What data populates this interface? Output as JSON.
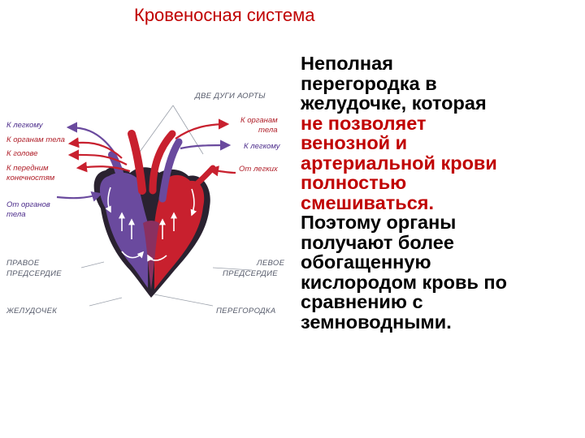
{
  "title": "Кровеносная система",
  "diagram_labels": {
    "two_aortic_arches": "ДВЕ ДУГИ АОРТЫ",
    "to_lung_left": "К легкому",
    "to_body_organs_left": "К органам тела",
    "to_head": "К голове",
    "to_forelimbs_line1": "К передним",
    "to_forelimbs_line2": "конечностям",
    "from_body_organs_line1": "От органов",
    "from_body_organs_line2": "тела",
    "to_body_organs_right_line1": "К органам",
    "to_body_organs_right_line2": "тела",
    "to_lung_right": "К легкому",
    "from_lungs": "От легких",
    "right_atrium_line1": "ПРАВОЕ",
    "right_atrium_line2": "ПРЕДСЕРДИЕ",
    "left_atrium_line1": "ЛЕВОЕ",
    "left_atrium_line2": "ПРЕДСЕРДИЕ",
    "ventricle": "ЖЕЛУДОЧЕК",
    "septum": "ПЕРЕГОРОДКА"
  },
  "text_lines": [
    {
      "text": "Неполная",
      "color": "#000000"
    },
    {
      "text": "перегородка  в",
      "color": "#000000"
    },
    {
      "text": "желудочке,  которая",
      "color": "#000000"
    },
    {
      "text": "не позволяет",
      "color": "#c00000"
    },
    {
      "text": "венозной и",
      "color": "#c00000"
    },
    {
      "text": "артериальной  крови",
      "color": "#c00000"
    },
    {
      "text": "полностью",
      "color": "#c00000"
    },
    {
      "text": "смешиваться.",
      "color": "#c00000"
    },
    {
      "text": "Поэтому органы",
      "color": "#000000"
    },
    {
      "text": "получают более",
      "color": "#000000"
    },
    {
      "text": "обогащенную",
      "color": "#000000"
    },
    {
      "text": "кислородом кровь по",
      "color": "#000000"
    },
    {
      "text": "сравнению с",
      "color": "#000000"
    },
    {
      "text": "земноводными.",
      "color": "#000000"
    }
  ],
  "colors": {
    "arterial": "#c8202e",
    "venous": "#6a4a9e",
    "title": "#c00000"
  }
}
